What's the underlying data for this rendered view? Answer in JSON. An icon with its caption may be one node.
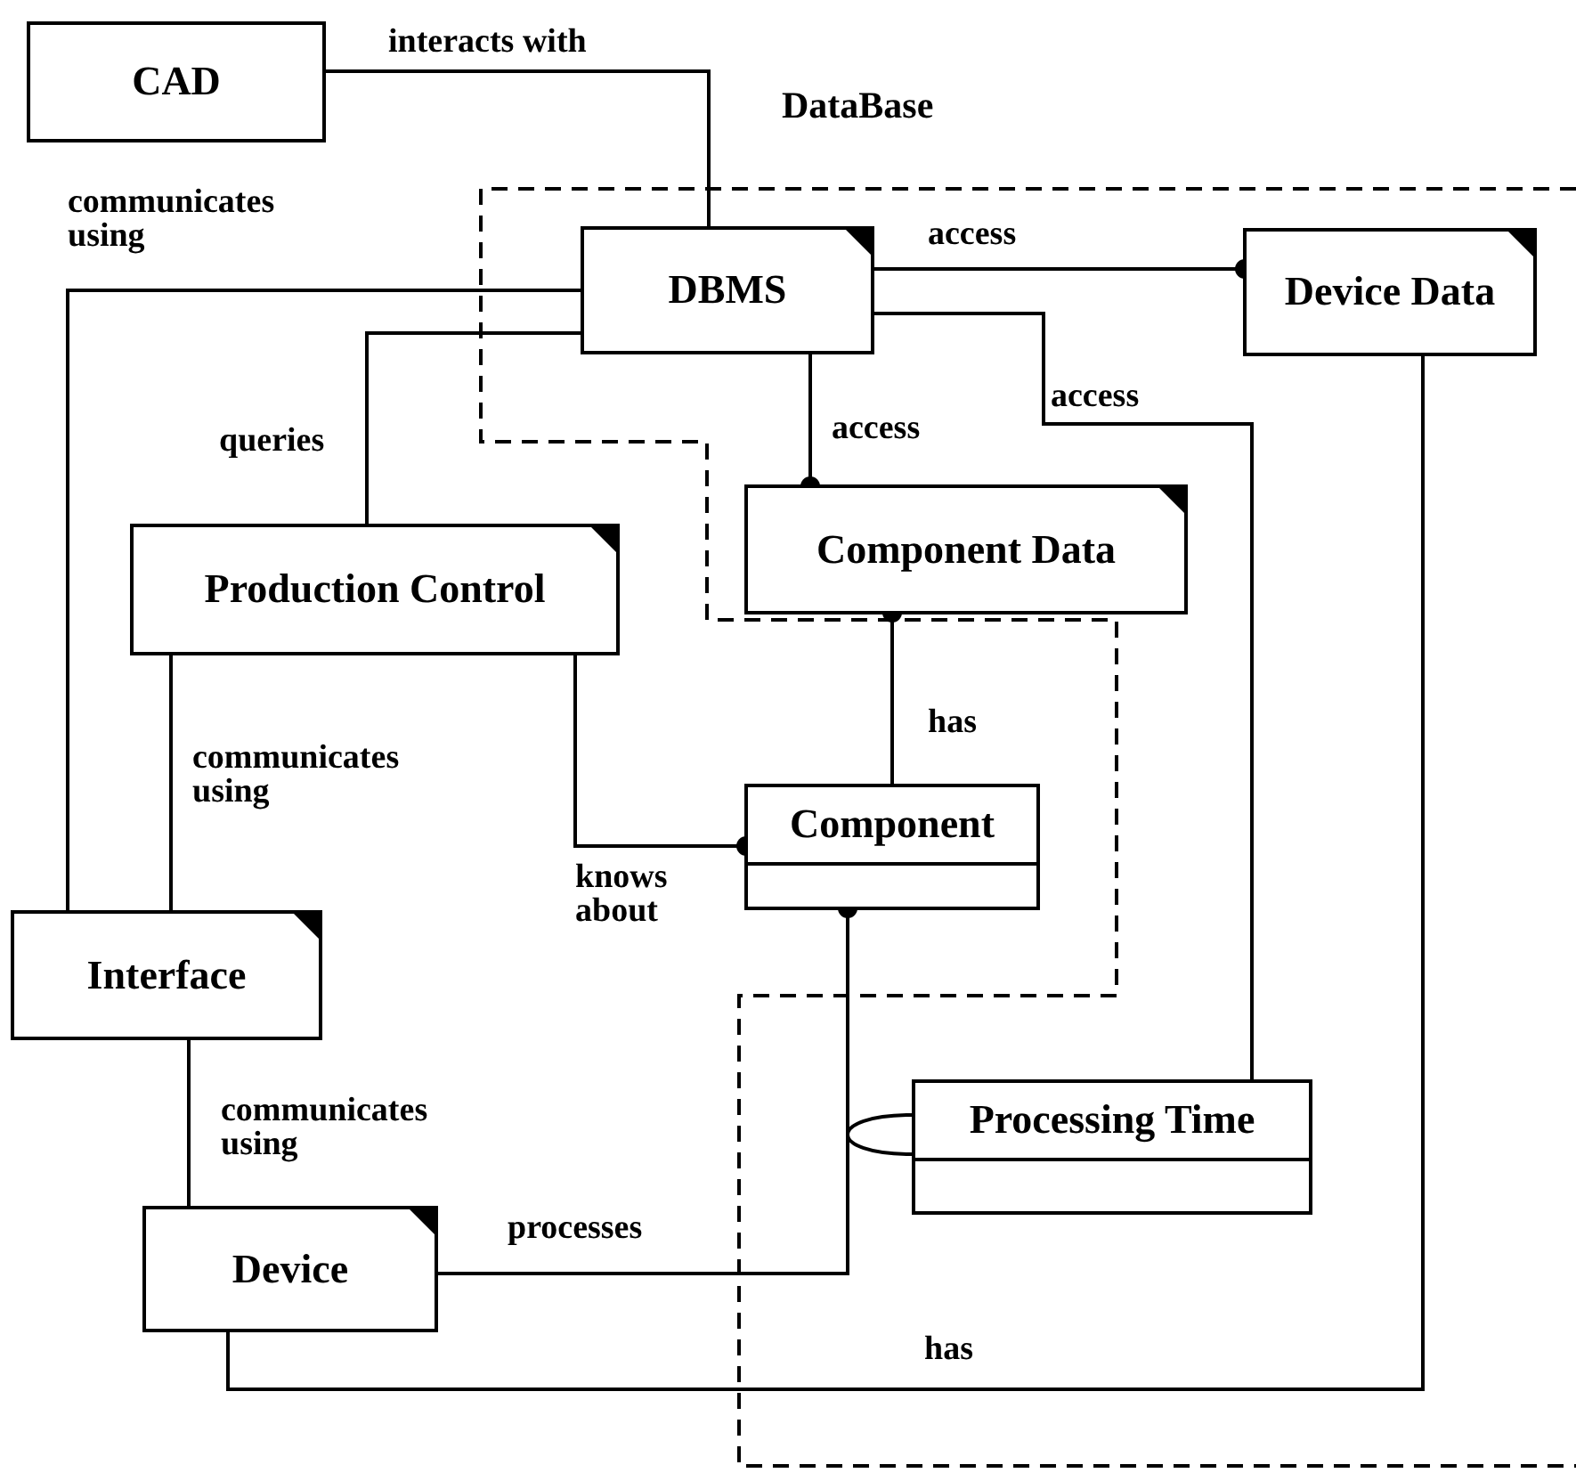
{
  "diagram": {
    "nodes": [
      {
        "text": [
          "CAD"
        ]
      },
      {
        "text": [
          "DBMS"
        ]
      },
      {
        "text": [
          "Device Data"
        ]
      },
      {
        "text": [
          "Production Control"
        ]
      },
      {
        "text": [
          "Component Data"
        ]
      },
      {
        "text": [
          "Component"
        ]
      },
      {
        "text": [
          "Interface"
        ]
      },
      {
        "text": [
          "Processing Time"
        ]
      },
      {
        "text": [
          "Device"
        ]
      }
    ],
    "edges": [
      {
        "from": 0,
        "to": 1,
        "arrow": "none",
        "label": "interacts with"
      },
      {
        "from": 1,
        "to": 6,
        "arrow": "none",
        "label": "communicates using"
      },
      {
        "from": 1,
        "to": 3,
        "arrow": "none",
        "label": "queries"
      },
      {
        "from": 1,
        "to": 2,
        "arrow": "other",
        "label": "access"
      },
      {
        "from": 1,
        "to": 4,
        "arrow": "other",
        "label": "access"
      },
      {
        "from": 1,
        "to": 7,
        "arrow": "none",
        "label": "access"
      },
      {
        "from": 5,
        "to": 4,
        "arrow": "other",
        "label": "has"
      },
      {
        "from": 3,
        "to": 5,
        "arrow": "other",
        "label": "knows about"
      },
      {
        "from": 3,
        "to": 6,
        "arrow": "none",
        "label": "communicates using"
      },
      {
        "from": 6,
        "to": 8,
        "arrow": "none",
        "label": "communicates using"
      },
      {
        "from": 8,
        "to": 5,
        "arrow": "other",
        "label": "processes"
      },
      {
        "from": 7,
        "to": null,
        "arrow": "none"
      },
      {
        "from": 8,
        "to": 2,
        "arrow": "none",
        "label": "has"
      }
    ],
    "labels": [
      "DataBase"
    ]
  }
}
